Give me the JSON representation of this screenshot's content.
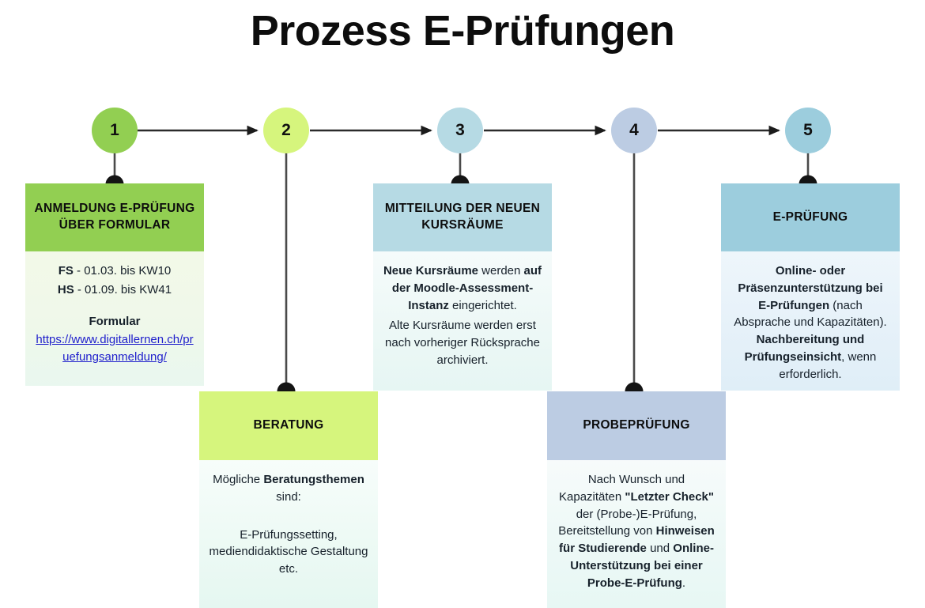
{
  "title": "Prozess E-Prüfungen",
  "colors": {
    "step1": "#92cf52",
    "step2": "#d6f57d",
    "step3": "#b6dae4",
    "step4": "#bccce3",
    "step5": "#9ccddd",
    "connector": "#3a3a3a",
    "link": "#2020cc"
  },
  "steps": [
    {
      "number": "1",
      "header": "ANMELDUNG E-PRÜFUNG  ÜBER FORMULAR",
      "position": "above"
    },
    {
      "number": "2",
      "header": "BERATUNG",
      "position": "below"
    },
    {
      "number": "3",
      "header": "MITTEILUNG  DER NEUEN  KURSRÄUME",
      "position": "above"
    },
    {
      "number": "4",
      "header": "PROBEPRÜFUNG",
      "position": "below"
    },
    {
      "number": "5",
      "header": "E-PRÜFUNG",
      "position": "above"
    }
  ],
  "cards": {
    "card1": {
      "header": "ANMELDUNG E-PRÜFUNG  ÜBER FORMULAR",
      "line1_label": "FS",
      "line1_rest": " - 01.03. bis KW10",
      "line2_label": "HS",
      "line2_rest": " - 01.09. bis KW41",
      "formular_label": "Formular",
      "link_text": "https://www.digitallernen.ch/pruefungsanmeldung/"
    },
    "card2": {
      "header": "BERATUNG",
      "p1_a": "Mögliche ",
      "p1_b": "Beratungsthemen",
      "p1_c": " sind:",
      "p2": "E-Prüfungssetting, mediendidaktische Gestaltung etc."
    },
    "card3": {
      "header": "MITTEILUNG  DER NEUEN  KURSRÄUME",
      "p1_a": "Neue Kursräume",
      "p1_b": " werden ",
      "p1_c": "auf der Moodle-Assessment-Instanz",
      "p1_d": " eingerichtet.",
      "p2": "Alte Kursräume werden erst nach vorheriger Rücksprache archiviert."
    },
    "card4": {
      "header": "PROBEPRÜFUNG",
      "p1_a": "Nach Wunsch  und Kapazitäten ",
      "p1_b": "\"Letzter Check\"",
      "p1_c": " der (Probe-)E-Prüfung, Bereitstellung von ",
      "p1_d": "Hinweisen für Studierende",
      "p1_e": " und ",
      "p1_f": "Online-Unterstützung bei einer Probe-E-Prüfung",
      "p1_g": "."
    },
    "card5": {
      "header": "E-PRÜFUNG",
      "p1_a": "Online- oder Präsenzunterstützung bei E-Prüfungen",
      "p1_b": " (nach Absprache und Kapazitäten). ",
      "p1_c": "Nachbereitung und Prüfungseinsicht",
      "p1_d": ", wenn erforderlich."
    }
  }
}
